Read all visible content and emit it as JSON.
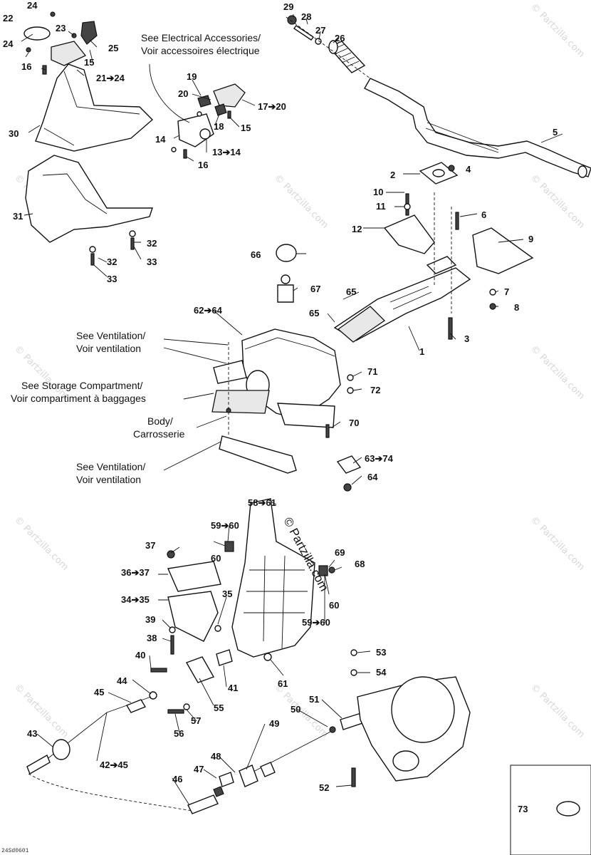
{
  "watermark": "© Partzilla.com",
  "brand_text": "© Partzilla.com",
  "diagram_code": "24Sd0601",
  "notes": {
    "electrical": [
      "See Electrical Accessories/",
      "Voir accessoires électrique"
    ],
    "ventilation_top": [
      "See Ventilation/",
      "Voir ventilation"
    ],
    "storage": [
      "See Storage Compartment/",
      "Voir compartiment à baggages"
    ],
    "body": [
      "Body/",
      "Carrosserie"
    ],
    "ventilation_bottom": [
      "See Ventilation/",
      "Voir ventilation"
    ]
  },
  "callouts": {
    "c1": "1",
    "c2": "2",
    "c3": "3",
    "c4": "4",
    "c5": "5",
    "c6": "6",
    "c7": "7",
    "c8": "8",
    "c9": "9",
    "c10": "10",
    "c11": "11",
    "c12": "12",
    "c13_14": "13➔14",
    "c14": "14",
    "c15a": "15",
    "c15b": "15",
    "c16a": "16",
    "c16b": "16",
    "c17_20": "17➔20",
    "c18": "18",
    "c19": "19",
    "c20": "20",
    "c21_24": "21➔24",
    "c22": "22",
    "c23": "23",
    "c24a": "24",
    "c24b": "24",
    "c25": "25",
    "c26": "26",
    "c27": "27",
    "c28": "28",
    "c29": "29",
    "c30": "30",
    "c31": "31",
    "c32a": "32",
    "c32b": "32",
    "c33a": "33",
    "c33b": "33",
    "c34_35": "34➔35",
    "c35": "35",
    "c36_37": "36➔37",
    "c37": "37",
    "c38": "38",
    "c39": "39",
    "c40": "40",
    "c41": "41",
    "c42_45": "42➔45",
    "c43": "43",
    "c44": "44",
    "c45": "45",
    "c46": "46",
    "c47": "47",
    "c48": "48",
    "c49": "49",
    "c50": "50",
    "c51": "51",
    "c52": "52",
    "c53": "53",
    "c54": "54",
    "c55": "55",
    "c56": "56",
    "c57": "57",
    "c58_61": "58➔61",
    "c59_60a": "59➔60",
    "c59_60b": "59➔60",
    "c60a": "60",
    "c60b": "60",
    "c61": "61",
    "c62_64": "62➔64",
    "c63_74": "63➔74",
    "c64": "64",
    "c65a": "65",
    "c65b": "65",
    "c66": "66",
    "c67": "67",
    "c68": "68",
    "c69": "69",
    "c70": "70",
    "c71": "71",
    "c72": "72",
    "c73": "73"
  }
}
